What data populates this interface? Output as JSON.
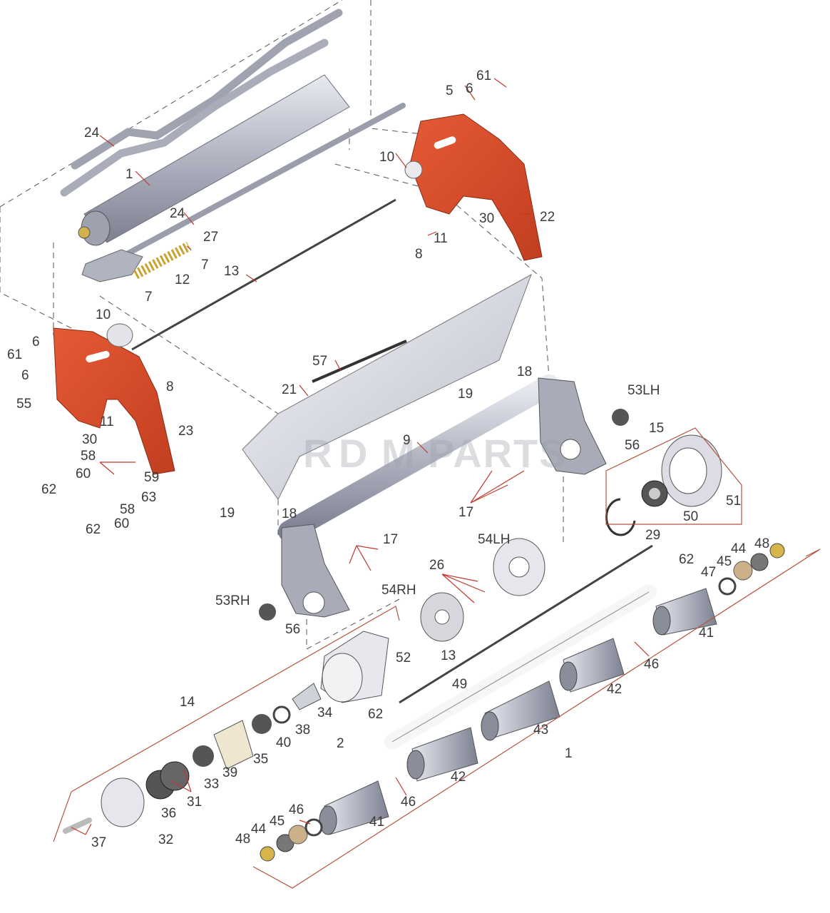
{
  "watermark": {
    "left": "R",
    "center": "D",
    "mid": "M",
    "right": "PARTS"
  },
  "colors": {
    "plate": "#d84a2a",
    "metal": "#b8bcc8",
    "leader": "#c0392b",
    "text": "#3b3b3b"
  },
  "labels": {
    "l24a": "24",
    "l1a": "1",
    "l24b": "24",
    "l27": "27",
    "l7a": "7",
    "l12": "12",
    "l7b": "7",
    "l13a": "13",
    "l5": "5",
    "l6a": "6",
    "l61a": "61",
    "l10a": "10",
    "l30a": "30",
    "l22": "22",
    "l11a": "11",
    "l8a": "8",
    "l10b": "10",
    "l6b": "6",
    "l61b": "61",
    "l6c": "6",
    "l55": "55",
    "l8b": "8",
    "l11b": "11",
    "l30b": "30",
    "l23": "23",
    "l58a": "58",
    "l60a": "60",
    "l59": "59",
    "l62a": "62",
    "l63": "63",
    "l58b": "58",
    "l60b": "60",
    "l62b": "62",
    "l57": "57",
    "l21": "21",
    "l18a": "18",
    "l19a": "19",
    "l9": "9",
    "l19b": "19",
    "l18b": "18",
    "l17a": "17",
    "l17b": "17",
    "l53lh": "53LH",
    "l56a": "56",
    "l15": "15",
    "l51": "51",
    "l50": "50",
    "l29": "29",
    "l54lh": "54LH",
    "l62c": "62",
    "l48a": "48",
    "l44a": "44",
    "l45a": "45",
    "l47": "47",
    "l26": "26",
    "l54rh": "54RH",
    "l53rh": "53RH",
    "l56b": "56",
    "l41a": "41",
    "l46a": "46",
    "l52": "52",
    "l13b": "13",
    "l49": "49",
    "l42a": "42",
    "l14": "14",
    "l34": "34",
    "l62d": "62",
    "l38": "38",
    "l2": "2",
    "l40": "40",
    "l43": "43",
    "l1b": "1",
    "l35": "35",
    "l39": "39",
    "l33": "33",
    "l42b": "42",
    "l31": "31",
    "l36": "36",
    "l46b": "46",
    "l41b": "41",
    "l46c": "46",
    "l45b": "45",
    "l44b": "44",
    "l48b": "48",
    "l37": "37",
    "l32": "32"
  }
}
